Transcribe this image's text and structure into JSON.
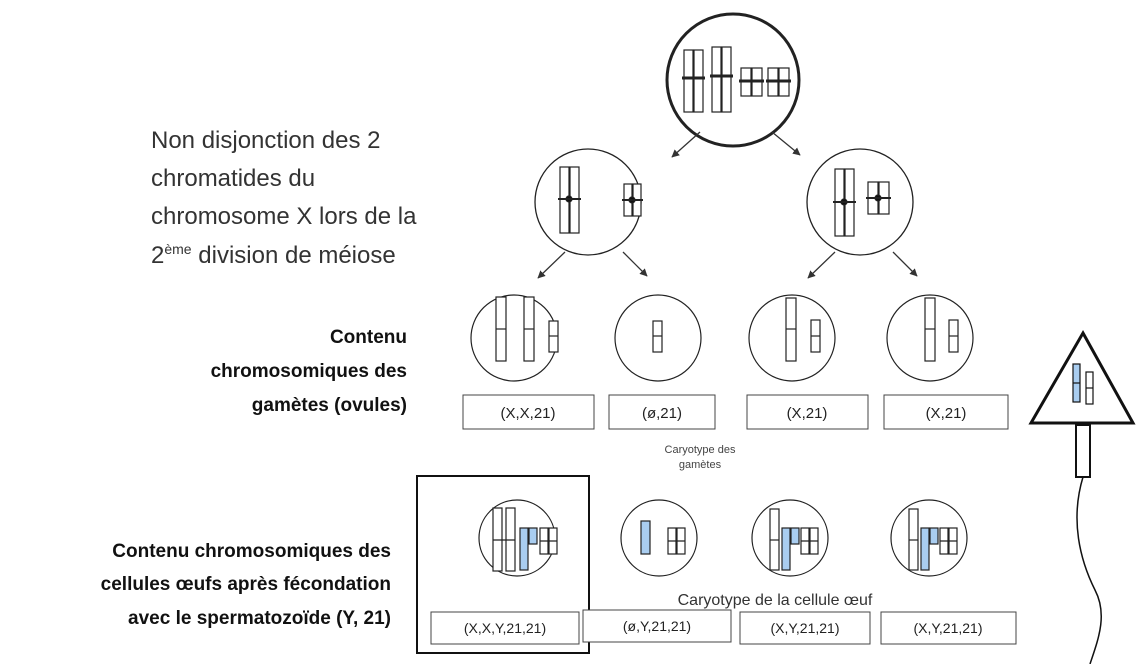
{
  "title": {
    "line1": "Non disjonction des 2",
    "line2": "chromatides du",
    "line3": "chromosome X lors de la",
    "line4_pre": "2",
    "line4_sup": "ème",
    "line4_post": " division de méiose"
  },
  "gametes_label": {
    "line1": "Contenu",
    "line2": "chromosomiques des",
    "line3": "gamètes (ovules)"
  },
  "gamete_karyotypes": [
    "(X,X,21)",
    "(ø,21)",
    "(X,21)",
    "(X,21)"
  ],
  "gametes_caption": {
    "line1": "Caryotype des",
    "line2": "gamètes"
  },
  "zygotes_label": {
    "line1": "Contenu chromosomiques des",
    "line2": "cellules œufs après fécondation",
    "line3": "avec le spermatozoïde (Y, 21)"
  },
  "zygotes_caption": "Caryotype de la cellule œuf",
  "zygote_karyotypes": [
    "(X,X,Y,21,21)",
    "(ø,Y,21,21)",
    "(X,Y,21,21)",
    "(X,Y,21,21)"
  ],
  "colors": {
    "sperm_chromosome": "#a9cdf0",
    "stroke": "#333333"
  }
}
